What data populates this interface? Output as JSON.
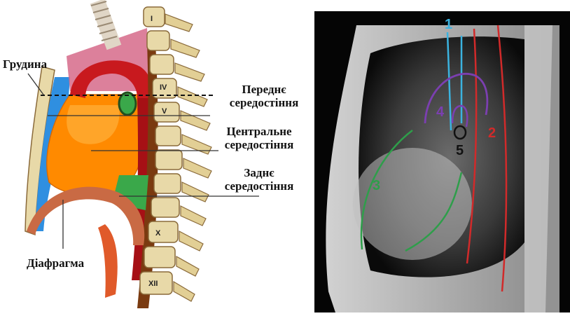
{
  "anatomy": {
    "labels": {
      "sternum": "Грудина",
      "anterior_line1": "Переднє",
      "anterior_line2": "середостіння",
      "central_line1": "Центральне",
      "central_line2": "середостіння",
      "posterior_line1": "Заднє",
      "posterior_line2": "середостіння",
      "diaphragm": "Діафрагма"
    },
    "vertebra_numerals": [
      "I",
      "IV",
      "V",
      "X",
      "XII"
    ]
  },
  "xray": {
    "markers": [
      "1",
      "2",
      "3",
      "4",
      "5"
    ],
    "colors": {
      "marker_1": "#3bb3e0",
      "marker_2": "#d12a2a",
      "marker_3": "#2e9e4a",
      "marker_4": "#7b3fb0",
      "marker_5": "#111111"
    }
  },
  "colors": {
    "anterior_mediastinum": "#2f8fe0",
    "heart": "#ff8a00",
    "aorta": "#c8191e",
    "esophagus": "#7a3a10",
    "posterior_mediastinum": "#3aa84a",
    "bone": "#e8d9a8"
  }
}
